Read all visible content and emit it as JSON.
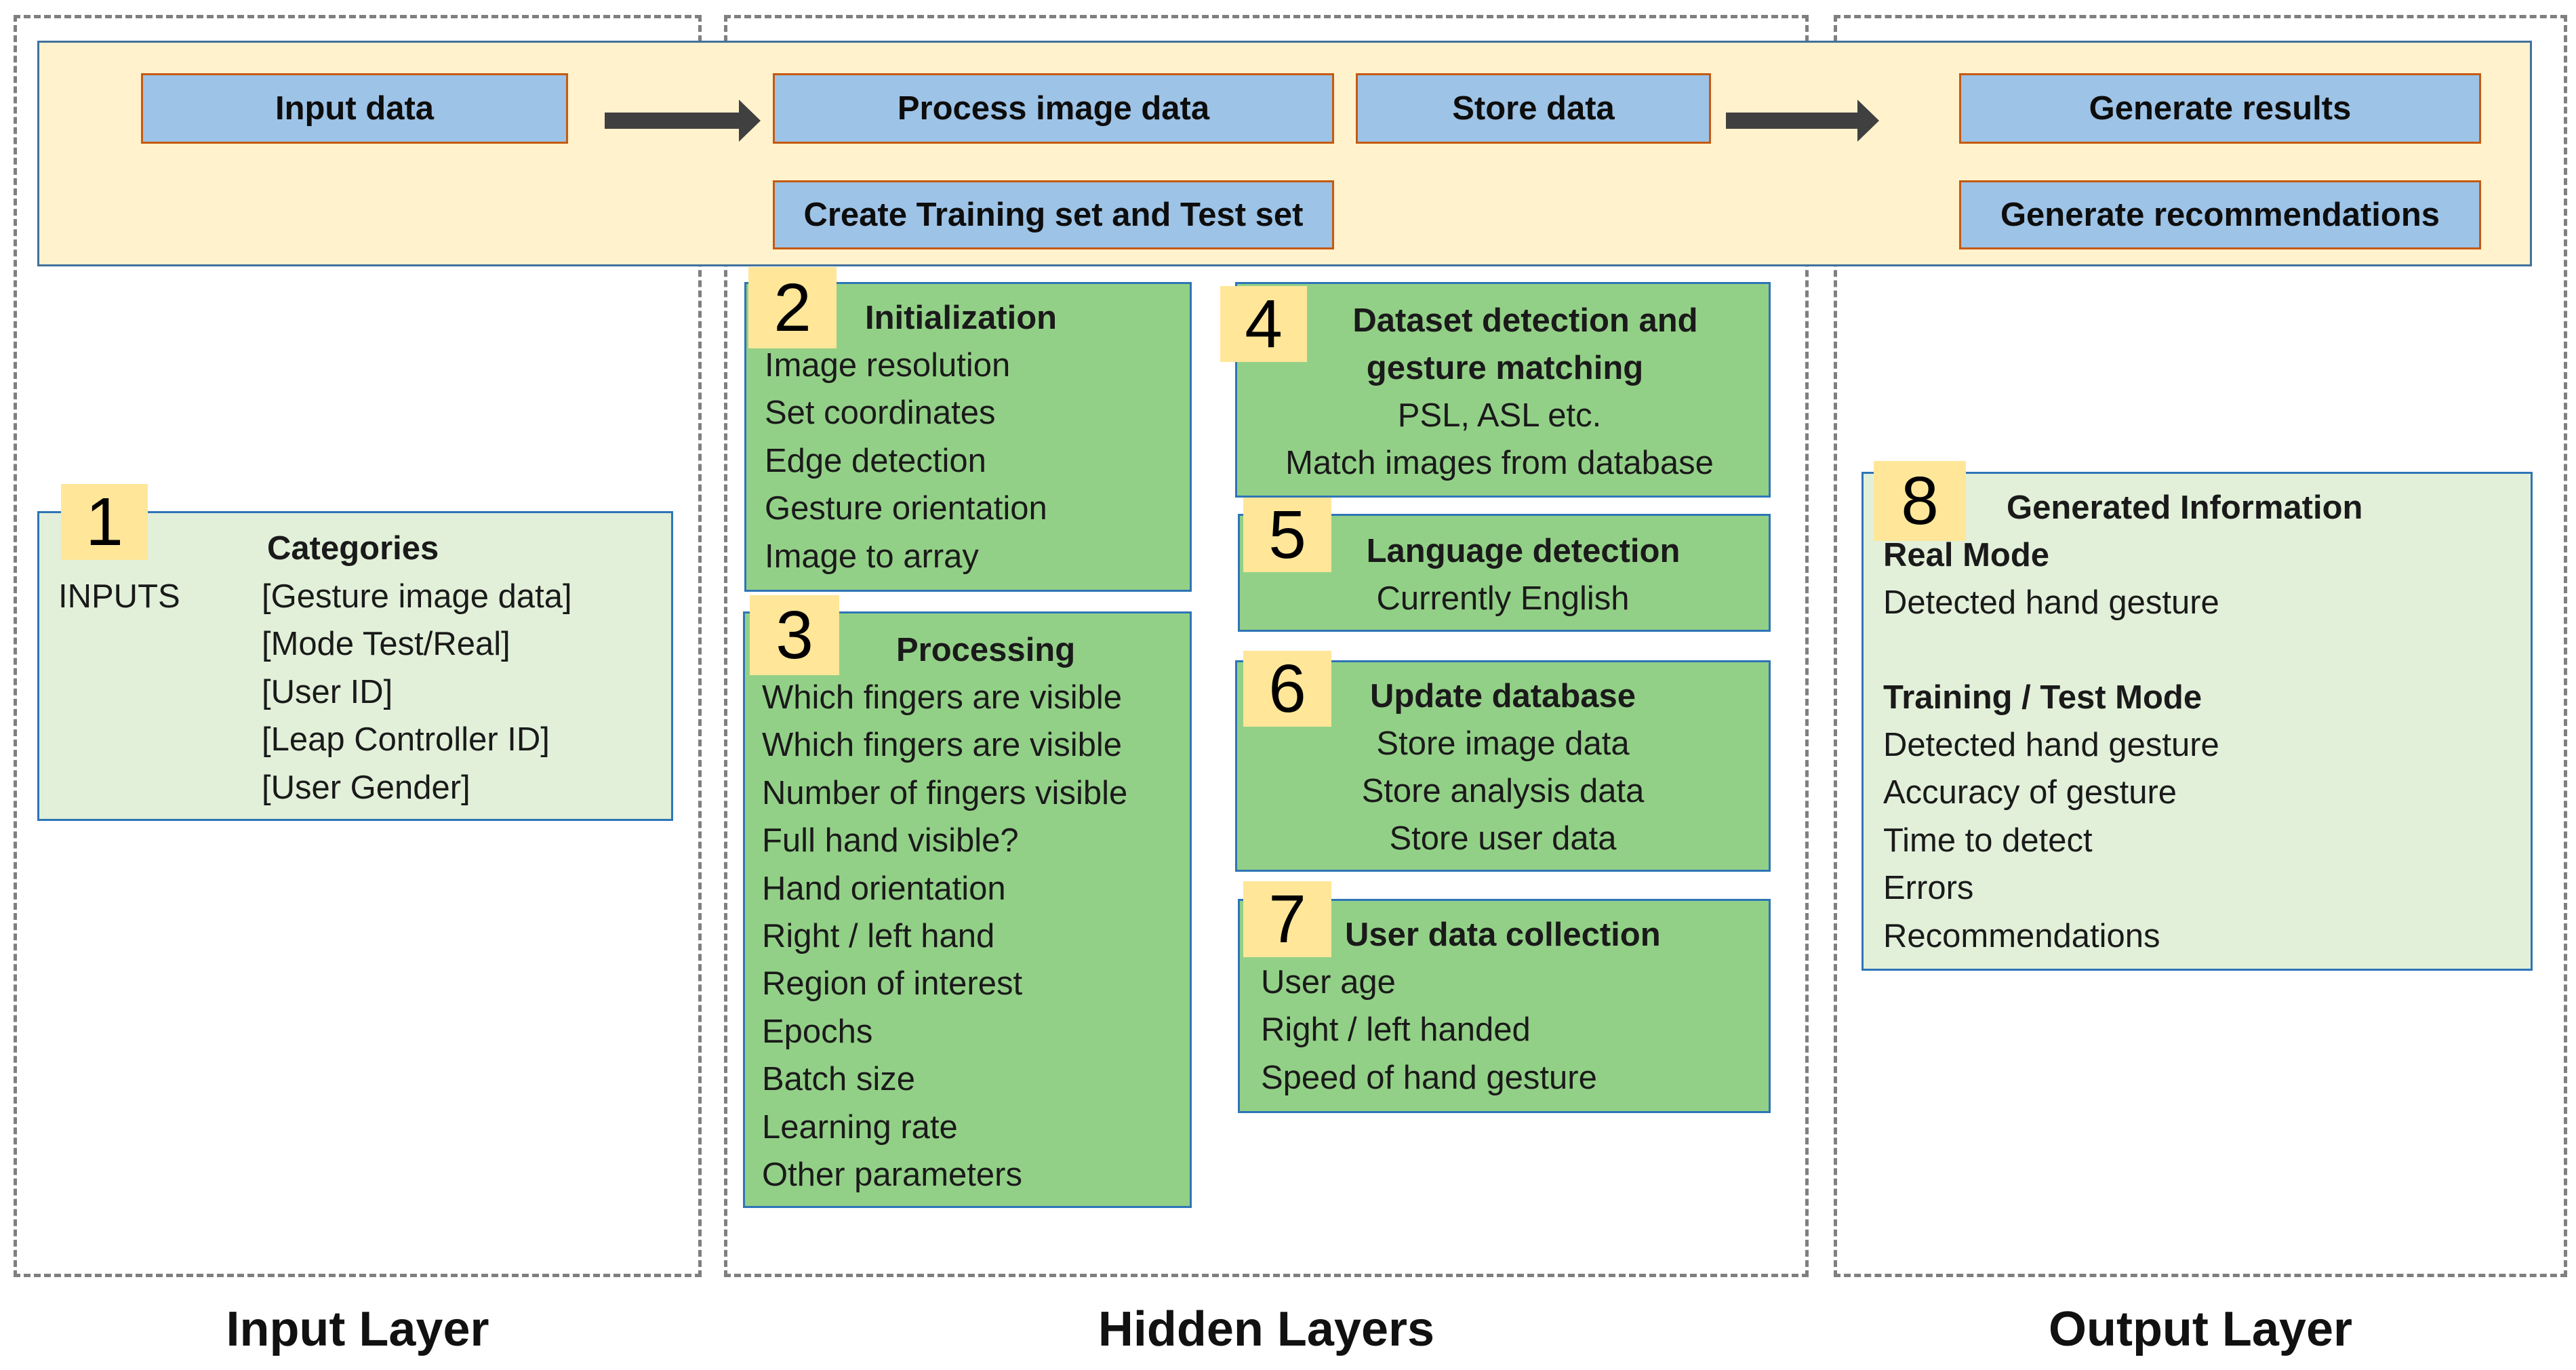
{
  "layers": {
    "input": "Input Layer",
    "hidden": "Hidden Layers",
    "output": "Output Layer"
  },
  "pipeline": {
    "input_data": "Input data",
    "process_image_data": "Process image data",
    "store_data": "Store data",
    "create_training_test": "Create Training set and Test set",
    "generate_results": "Generate results",
    "generate_recommendations": "Generate recommendations"
  },
  "box1": {
    "number": "1",
    "title": "Categories",
    "label": "INPUTS",
    "items": [
      "[Gesture image data]",
      "[Mode Test/Real]",
      "[User ID]",
      "[Leap Controller ID]",
      "[User Gender]"
    ]
  },
  "box2": {
    "number": "2",
    "title": "Initialization",
    "items": [
      "Image resolution",
      "Set coordinates",
      "Edge detection",
      "Gesture orientation",
      "Image to array"
    ]
  },
  "box3": {
    "number": "3",
    "title": "Processing",
    "items": [
      "Which fingers are  visible",
      "Which fingers are visible",
      "Number of fingers visible",
      "Full hand visible?",
      "Hand orientation",
      "Right / left hand",
      "Region of interest",
      "Epochs",
      "Batch size",
      "Learning rate",
      "Other parameters"
    ]
  },
  "box4": {
    "number": "4",
    "title_line1": "Dataset detection and",
    "title_line2": "gesture matching",
    "items": [
      "PSL, ASL etc.",
      "Match images from database"
    ]
  },
  "box5": {
    "number": "5",
    "title": "Language detection",
    "items": [
      "Currently English"
    ]
  },
  "box6": {
    "number": "6",
    "title": "Update database",
    "items": [
      "Store image data",
      "Store analysis data",
      "Store user data"
    ]
  },
  "box7": {
    "number": "7",
    "title": "User data collection",
    "items": [
      "User age",
      "Right / left handed",
      "Speed of hand gesture"
    ]
  },
  "box8": {
    "number": "8",
    "title": "Generated Information",
    "real_mode_title": "Real Mode",
    "real_mode_items": [
      "Detected hand gesture"
    ],
    "test_mode_title": "Training / Test Mode",
    "test_mode_items": [
      "Detected hand gesture",
      "Accuracy of gesture",
      "Time to detect",
      "Errors",
      "Recommendations"
    ]
  }
}
